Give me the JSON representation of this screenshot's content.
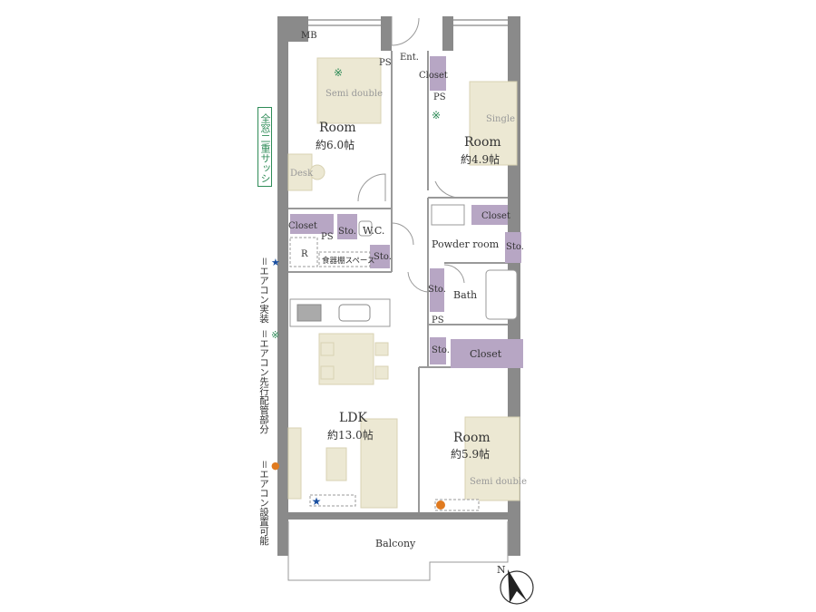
{
  "labels": {
    "mb": "MB",
    "ps_top": "PS",
    "ent": "Ent.",
    "closet_entry": "Closet",
    "ps_entry": "PS",
    "semi_double_1": "Semi double",
    "room1": "Room",
    "room1_size": "約6.0帖",
    "desk": "Desk",
    "single": "Single",
    "room2": "Room",
    "room2_size": "約4.9帖",
    "closet_left": "Closet",
    "sto_wc": "Sto.",
    "wc": "W.C.",
    "ps_left": "PS",
    "r": "R",
    "pantry": "食器棚スペース",
    "sto_left": "Sto.",
    "closet_right": "Closet",
    "powder": "Powder room",
    "sto_powder": "Sto.",
    "sto_hall": "Sto.",
    "bath": "Bath",
    "ps_hall": "PS",
    "sto_low": "Sto.",
    "closet_low": "Closet",
    "ldk": "LDK",
    "ldk_size": "約13.0帖",
    "room3": "Room",
    "room3_size": "約5.9帖",
    "semi_double_2": "Semi double",
    "balcony": "Balcony",
    "north": "N"
  },
  "sash_note": "全窓二重サッシ",
  "legend": [
    {
      "symbol": "★",
      "text": "＝エアコン実装",
      "color": "#1a4fa0"
    },
    {
      "symbol": "※",
      "text": "＝エアコン先行配管部分",
      "color": "#2e8b57"
    },
    {
      "symbol": "●",
      "text": "＝エアコン設置可能",
      "color": "#e07a1f"
    }
  ],
  "colors": {
    "wall": "#8a8a8a",
    "closet": "#b7a6c4",
    "furniture": "#ece8d3",
    "furniture_edge": "#d8d2b3",
    "ac_installed": "#1a4fa0",
    "ac_piping": "#2e8b57",
    "ac_possible": "#e07a1f"
  }
}
